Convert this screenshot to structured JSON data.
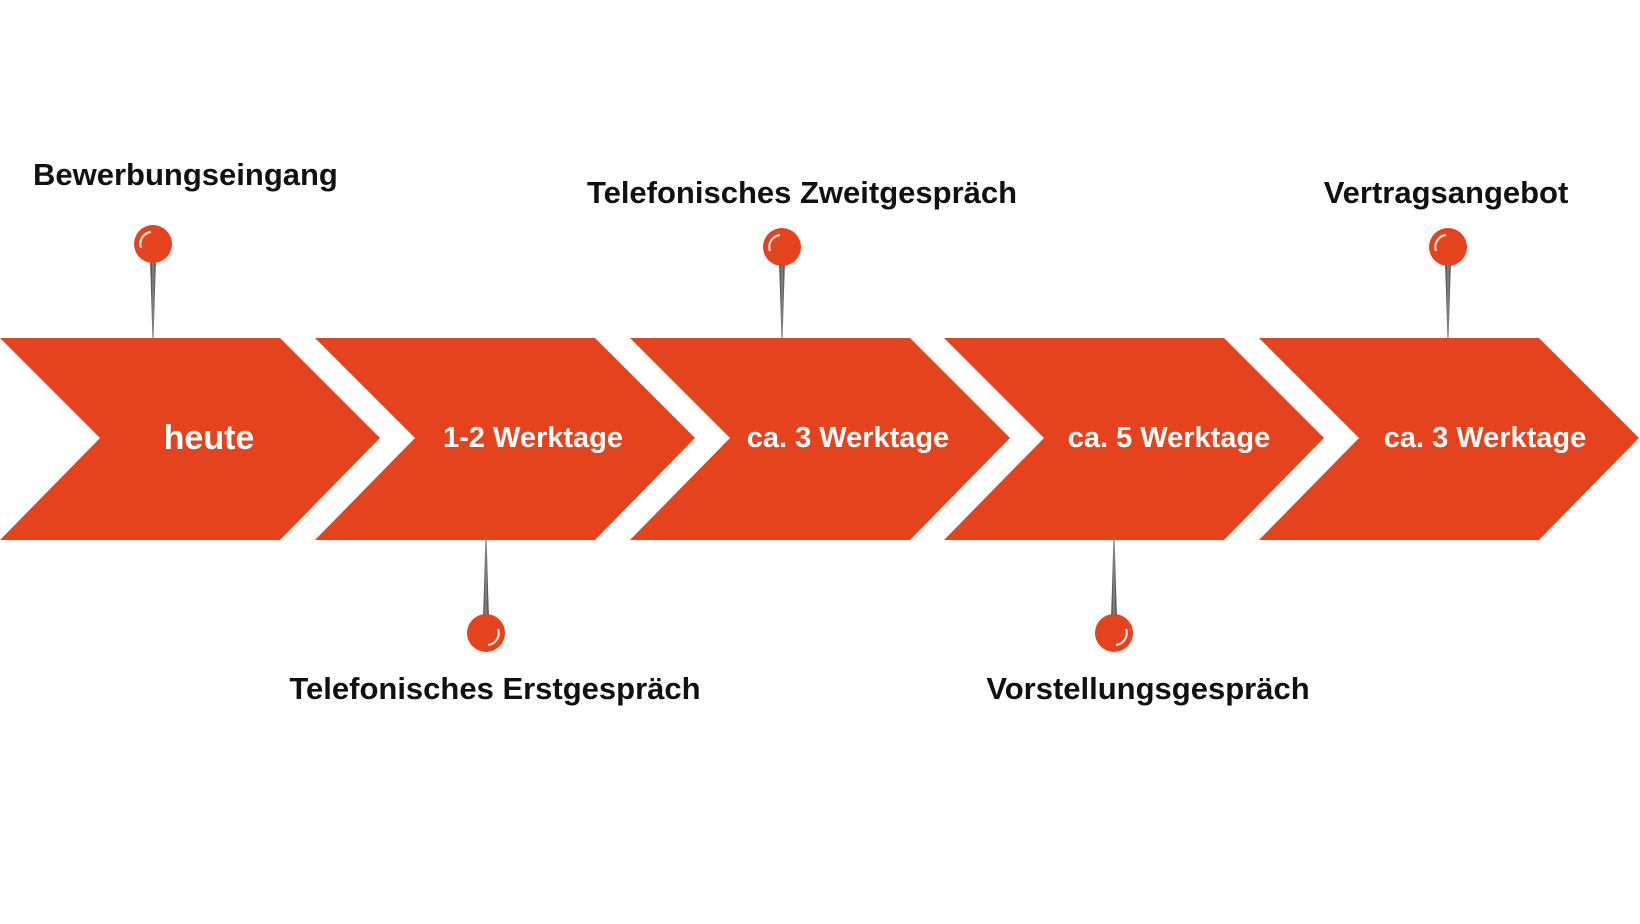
{
  "colors": {
    "chevron": "#E5421E",
    "chevron_text": "#FFFFFF",
    "pin_head": "#E5421E",
    "pin_needle": "#555555",
    "label": "#111111",
    "background": "#FFFFFF"
  },
  "stages": [
    {
      "label": "heute"
    },
    {
      "label": "1-2 Werktage"
    },
    {
      "label": "ca. 3 Werktage"
    },
    {
      "label": "ca. 5 Werktage"
    },
    {
      "label": "ca. 3 Werktage"
    }
  ],
  "milestones": [
    {
      "label": "Bewerbungseingang",
      "position": "top",
      "icon": "pushpin-icon"
    },
    {
      "label": "Telefonisches Erstgespräch",
      "position": "bottom",
      "icon": "pushpin-icon"
    },
    {
      "label": "Telefonisches Zweitgespräch",
      "position": "top",
      "icon": "pushpin-icon"
    },
    {
      "label": "Vorstellungsgespräch",
      "position": "bottom",
      "icon": "pushpin-icon"
    },
    {
      "label": "Vertragsangebot",
      "position": "top",
      "icon": "pushpin-icon"
    }
  ]
}
